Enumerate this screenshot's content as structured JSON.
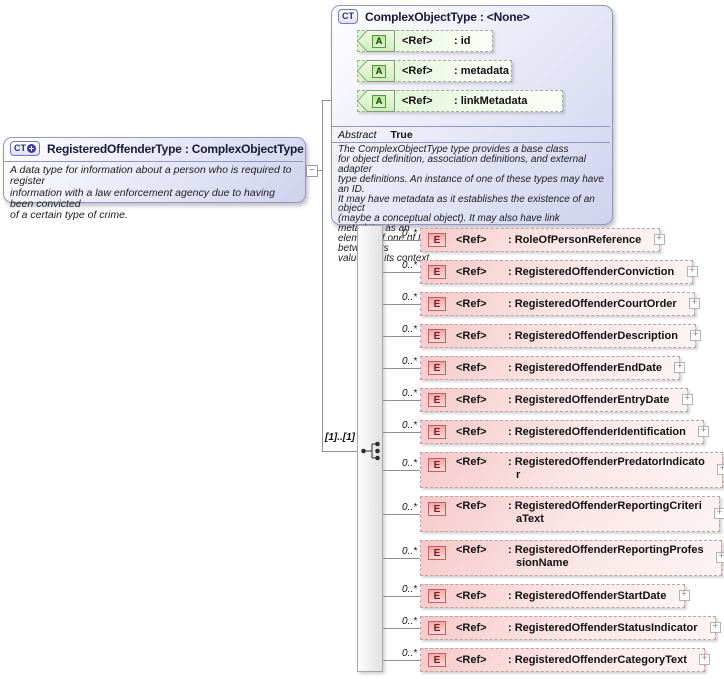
{
  "diagram": {
    "main_type": {
      "kind_label": "CT",
      "title": "RegisteredOffenderType : ComplexObjectType",
      "annotation": "A data type for information about a person who is required to register\ninformation with a law enforcement agency due to having been convicted\nof a certain type of crime."
    },
    "base_type": {
      "kind_label": "CT",
      "title": "ComplexObjectType : <None>",
      "attributes": [
        {
          "kind_label": "A",
          "ref": "<Ref>",
          "name": ": id"
        },
        {
          "kind_label": "A",
          "ref": "<Ref>",
          "name": ": metadata"
        },
        {
          "kind_label": "A",
          "ref": "<Ref>",
          "name": ": linkMetadata"
        }
      ],
      "abstract_label": "Abstract",
      "abstract_value": "True",
      "annotation": "The ComplexObjectType type provides a base class\nfor object definition, association definitions, and external adapter\ntype definitions. An instance of one of these types may have an ID.\nIt may have metadata as it establishes the existence of an object\n(maybe a conceptual object). It may also have link metadata, as an\nelement of one of these types establishes a relationship between its\nvalue and its context."
    },
    "group": {
      "cardinality": "[1]..[1]"
    },
    "elements": [
      {
        "kind_label": "E",
        "cardinality": "0..*",
        "ref": "<Ref>",
        "name": ": RoleOfPersonReference"
      },
      {
        "kind_label": "E",
        "cardinality": "0..*",
        "ref": "<Ref>",
        "name": ": RegisteredOffenderConviction"
      },
      {
        "kind_label": "E",
        "cardinality": "0..*",
        "ref": "<Ref>",
        "name": ": RegisteredOffenderCourtOrder"
      },
      {
        "kind_label": "E",
        "cardinality": "0..*",
        "ref": "<Ref>",
        "name": ": RegisteredOffenderDescription"
      },
      {
        "kind_label": "E",
        "cardinality": "0..*",
        "ref": "<Ref>",
        "name": ": RegisteredOffenderEndDate"
      },
      {
        "kind_label": "E",
        "cardinality": "0..*",
        "ref": "<Ref>",
        "name": ": RegisteredOffenderEntryDate"
      },
      {
        "kind_label": "E",
        "cardinality": "0..*",
        "ref": "<Ref>",
        "name": ": RegisteredOffenderIdentification"
      },
      {
        "kind_label": "E",
        "cardinality": "0..*",
        "ref": "<Ref>",
        "name": ": RegisteredOffenderPredatorIndicato\nr"
      },
      {
        "kind_label": "E",
        "cardinality": "0..*",
        "ref": "<Ref>",
        "name": ": RegisteredOffenderReportingCriteri\naText"
      },
      {
        "kind_label": "E",
        "cardinality": "0..*",
        "ref": "<Ref>",
        "name": ": RegisteredOffenderReportingProfes\nsionName"
      },
      {
        "kind_label": "E",
        "cardinality": "0..*",
        "ref": "<Ref>",
        "name": ": RegisteredOffenderStartDate"
      },
      {
        "kind_label": "E",
        "cardinality": "0..*",
        "ref": "<Ref>",
        "name": ": RegisteredOffenderStatusIndicator"
      },
      {
        "kind_label": "E",
        "cardinality": "0..*",
        "ref": "<Ref>",
        "name": ": RegisteredOffenderCategoryText"
      }
    ]
  },
  "colors": {
    "type_box_accent": "#cfd2ee",
    "attribute_accent": "#dcf3cd",
    "element_accent": "#f6c9c9",
    "connector": "#8f8f8f"
  }
}
